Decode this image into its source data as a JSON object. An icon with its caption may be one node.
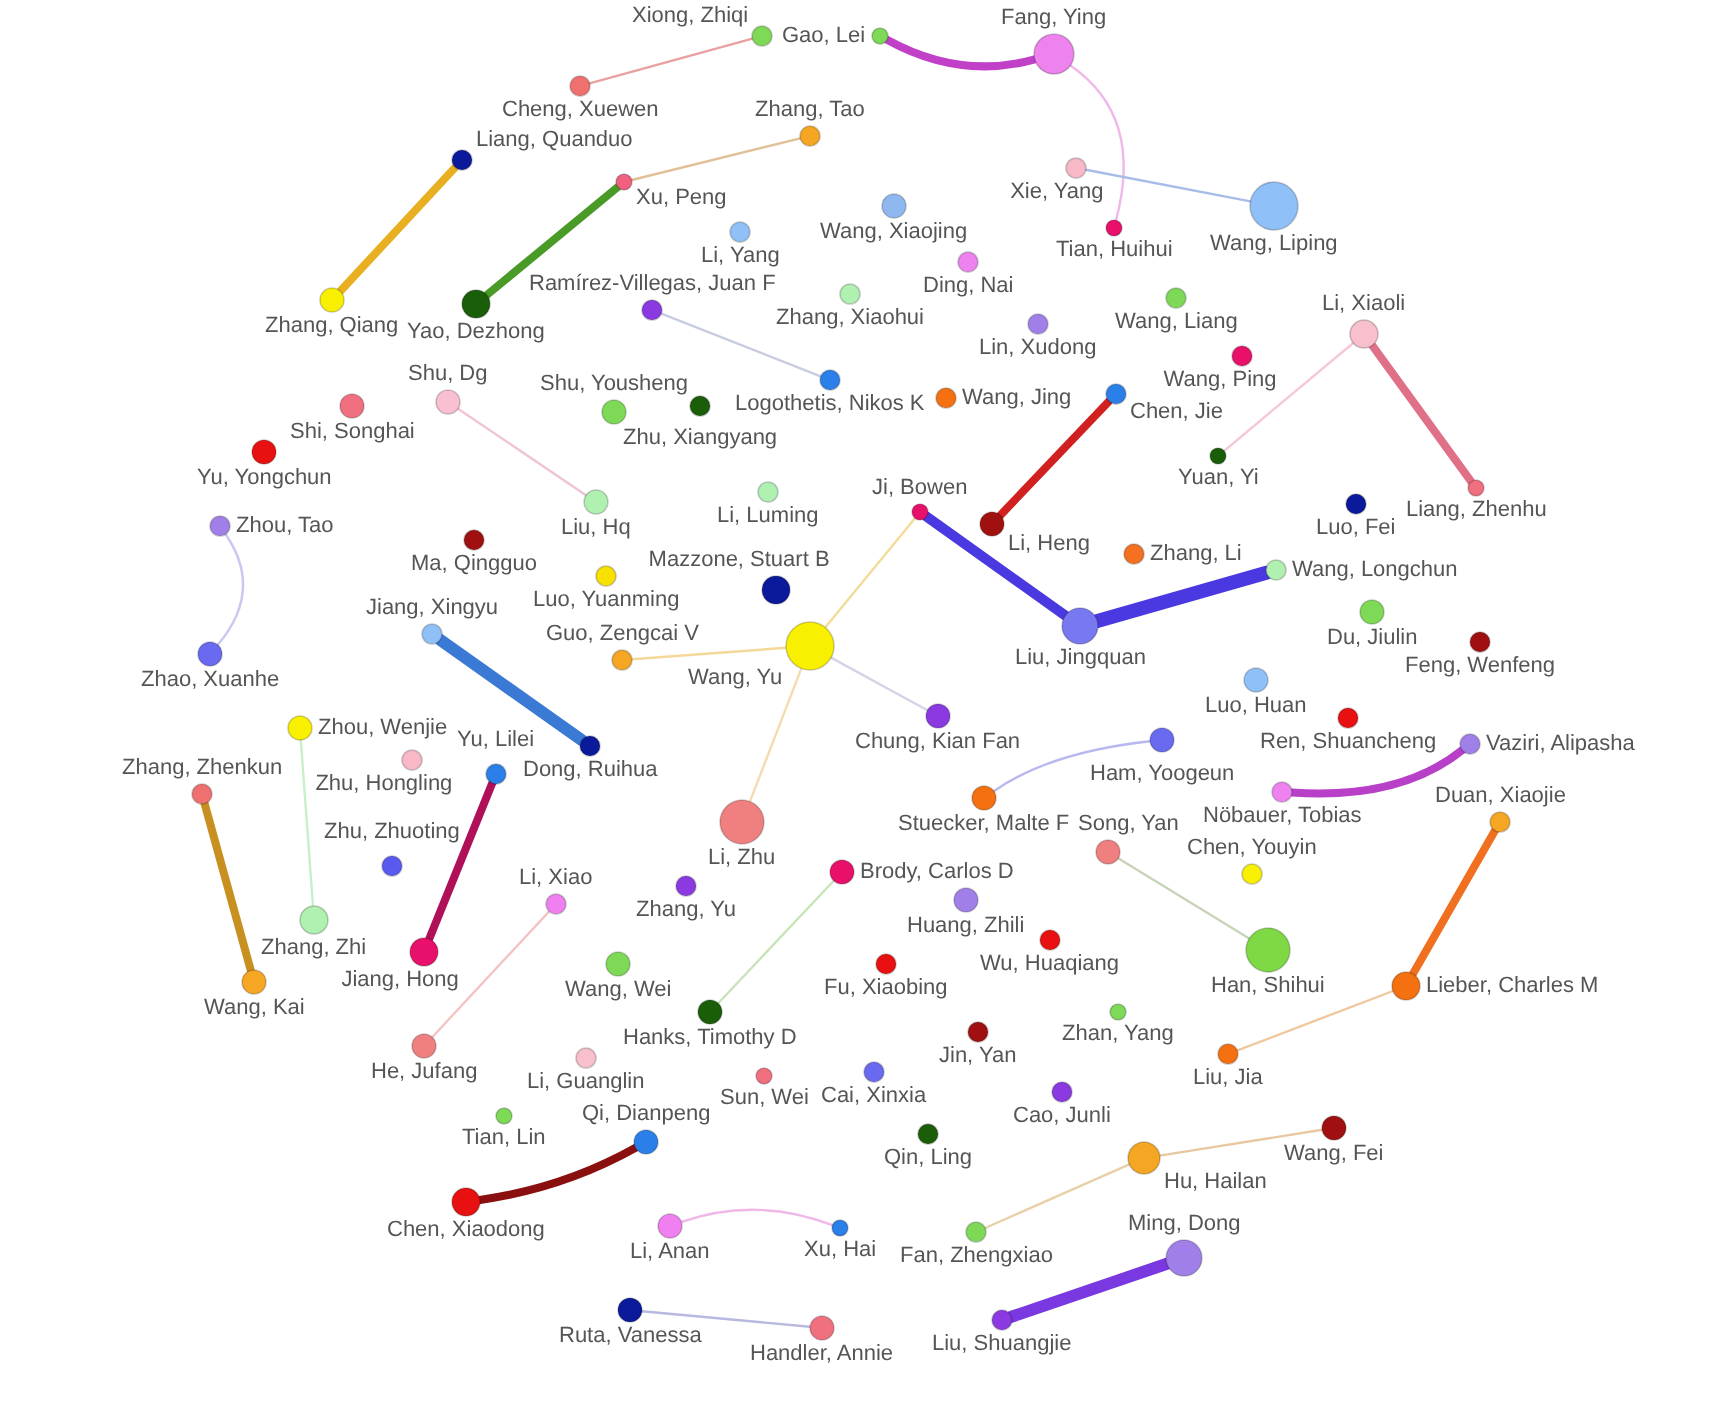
{
  "diagram": {
    "nodes": [
      {
        "text": [
          "Xiong, Zhiqi"
        ]
      },
      {
        "text": [
          "Gao, Lei"
        ]
      },
      {
        "text": [
          "Fang, Ying"
        ]
      },
      {
        "text": [
          "Cheng, Xuewen"
        ]
      },
      {
        "text": [
          "Zhang, Tao"
        ]
      },
      {
        "text": [
          "Liang, Quanduo"
        ]
      },
      {
        "text": [
          "Xie, Yang"
        ]
      },
      {
        "text": [
          "Xu, Peng"
        ]
      },
      {
        "text": [
          "Wang, Liping"
        ]
      },
      {
        "text": [
          "Wang, Xiaojing"
        ]
      },
      {
        "text": [
          "Tian, Huihui"
        ]
      },
      {
        "text": [
          "Li, Yang"
        ]
      },
      {
        "text": [
          "Ding, Nai"
        ]
      },
      {
        "text": [
          "Zhang, Xiaohui"
        ]
      },
      {
        "text": [
          "Wang, Liang"
        ]
      },
      {
        "text": [
          "Zhang, Qiang"
        ]
      },
      {
        "text": [
          "Yao, Dezhong"
        ]
      },
      {
        "text": [
          "Ramírez-Villegas, Juan F"
        ]
      },
      {
        "text": [
          "Lin, Xudong"
        ]
      },
      {
        "text": [
          "Li, Xiaoli"
        ]
      },
      {
        "text": [
          "Wang, Ping"
        ]
      },
      {
        "text": [
          "Logothetis, Nikos K"
        ]
      },
      {
        "text": [
          "Chen, Jie"
        ]
      },
      {
        "text": [
          "Wang, Jing"
        ]
      },
      {
        "text": [
          "Shu, Dg"
        ]
      },
      {
        "text": [
          "Shi, Songhai"
        ]
      },
      {
        "text": [
          "Zhu, Xiangyang"
        ]
      },
      {
        "text": [
          "Shu, Yousheng"
        ]
      },
      {
        "text": [
          "Yu, Yongchun"
        ]
      },
      {
        "text": [
          "Yuan, Yi"
        ]
      },
      {
        "text": [
          "Liang, Zhenhu"
        ]
      },
      {
        "text": [
          "Li, Luming"
        ]
      },
      {
        "text": [
          "Liu, Hq"
        ]
      },
      {
        "text": [
          "Luo, Fei"
        ]
      },
      {
        "text": [
          "Ji, Bowen"
        ]
      },
      {
        "text": [
          "Li, Heng"
        ]
      },
      {
        "text": [
          "Zhou, Tao"
        ]
      },
      {
        "text": [
          "Ma, Qingguo"
        ]
      },
      {
        "text": [
          "Zhang, Li"
        ]
      },
      {
        "text": [
          "Wang, Longchun"
        ]
      },
      {
        "text": [
          "Luo, Yuanming"
        ]
      },
      {
        "text": [
          "Mazzone, Stuart B"
        ]
      },
      {
        "text": [
          "Du, Jiulin"
        ]
      },
      {
        "text": [
          "Liu, Jingquan"
        ]
      },
      {
        "text": [
          "Jiang, Xingyu"
        ]
      },
      {
        "text": [
          "Feng, Wenfeng"
        ]
      },
      {
        "text": [
          "Wang, Yu"
        ]
      },
      {
        "text": [
          "Zhao, Xuanhe"
        ]
      },
      {
        "text": [
          "Guo, Zengcai V"
        ]
      },
      {
        "text": [
          "Luo, Huan"
        ]
      },
      {
        "text": [
          "Chung, Kian Fan"
        ]
      },
      {
        "text": [
          "Ren, Shuancheng"
        ]
      },
      {
        "text": [
          "Zhou, Wenjie"
        ]
      },
      {
        "text": [
          "Ham, Yoogeun"
        ]
      },
      {
        "text": [
          "Vaziri, Alipasha"
        ]
      },
      {
        "text": [
          "Dong, Ruihua"
        ]
      },
      {
        "text": [
          "Zhu, Hongling"
        ]
      },
      {
        "text": [
          "Yu, Lilei"
        ]
      },
      {
        "text": [
          "Nöbauer, Tobias"
        ]
      },
      {
        "text": [
          "Zhang, Zhenkun"
        ]
      },
      {
        "text": [
          "Stuecker, Malte F"
        ]
      },
      {
        "text": [
          "Li, Zhu"
        ]
      },
      {
        "text": [
          "Duan, Xiaojie"
        ]
      },
      {
        "text": [
          "Song, Yan"
        ]
      },
      {
        "text": [
          "Zhu, Zhuoting"
        ]
      },
      {
        "text": [
          "Brody, Carlos D"
        ]
      },
      {
        "text": [
          "Chen, Youyin"
        ]
      },
      {
        "text": [
          "Zhang, Yu"
        ]
      },
      {
        "text": [
          "Huang, Zhili"
        ]
      },
      {
        "text": [
          "Li, Xiao"
        ]
      },
      {
        "text": [
          "Zhang, Zhi"
        ]
      },
      {
        "text": [
          "Wu, Huaqiang"
        ]
      },
      {
        "text": [
          "Han, Shihui"
        ]
      },
      {
        "text": [
          "Jiang, Hong"
        ]
      },
      {
        "text": [
          "Wang, Wei"
        ]
      },
      {
        "text": [
          "Fu, Xiaobing"
        ]
      },
      {
        "text": [
          "Wang, Kai"
        ]
      },
      {
        "text": [
          "Lieber, Charles M"
        ]
      },
      {
        "text": [
          "Hanks, Timothy D"
        ]
      },
      {
        "text": [
          "Zhan, Yang"
        ]
      },
      {
        "text": [
          "Jin, Yan"
        ]
      },
      {
        "text": [
          "He, Jufang"
        ]
      },
      {
        "text": [
          "Liu, Jia"
        ]
      },
      {
        "text": [
          "Li, Guanglin"
        ]
      },
      {
        "text": [
          "Cai, Xinxia"
        ]
      },
      {
        "text": [
          "Sun, Wei"
        ]
      },
      {
        "text": [
          "Cao, Junli"
        ]
      },
      {
        "text": [
          "Tian, Lin"
        ]
      },
      {
        "text": [
          "Wang, Fei"
        ]
      },
      {
        "text": [
          "Qin, Ling"
        ]
      },
      {
        "text": [
          "Qi, Dianpeng"
        ]
      },
      {
        "text": [
          "Hu, Hailan"
        ]
      },
      {
        "text": [
          "Chen, Xiaodong"
        ]
      },
      {
        "text": [
          "Li, Anan"
        ]
      },
      {
        "text": [
          "Xu, Hai"
        ]
      },
      {
        "text": [
          "Fan, Zhengxiao"
        ]
      },
      {
        "text": [
          "Ming, Dong"
        ]
      },
      {
        "text": [
          "Ruta, Vanessa"
        ]
      },
      {
        "text": [
          "Liu, Shuangjie"
        ]
      },
      {
        "text": [
          "Handler, Annie"
        ]
      }
    ],
    "edges": [
      {
        "from": 3,
        "to": 0,
        "arrow": "none",
        "color": "#e8a0a0"
      },
      {
        "from": 1,
        "to": 2,
        "arrow": "none",
        "style": "thick",
        "color": "#c040c8"
      },
      {
        "from": 2,
        "to": 10,
        "arrow": "none",
        "color": "#f0b8e8"
      },
      {
        "from": 6,
        "to": 8,
        "arrow": "none",
        "color": "#a8bce8"
      },
      {
        "from": 7,
        "to": 4,
        "arrow": "none",
        "color": "#e0c098"
      },
      {
        "from": 5,
        "to": 15,
        "arrow": "none",
        "style": "thick",
        "color": "#e8b020"
      },
      {
        "from": 16,
        "to": 7,
        "arrow": "none",
        "style": "thick",
        "color": "#4a9a28"
      },
      {
        "from": 17,
        "to": 21,
        "arrow": "none",
        "color": "#c8cce0"
      },
      {
        "from": 19,
        "to": 30,
        "arrow": "none",
        "style": "thick",
        "color": "#e07088"
      },
      {
        "from": 19,
        "to": 29,
        "arrow": "none",
        "color": "#f4c8d4"
      },
      {
        "from": 22,
        "to": 35,
        "arrow": "none",
        "style": "thick",
        "color": "#d02020"
      },
      {
        "from": 24,
        "to": 32,
        "arrow": "none",
        "color": "#f0c4d4"
      },
      {
        "from": 36,
        "to": 47,
        "arrow": "none",
        "color": "#c8c8f0"
      },
      {
        "from": 46,
        "to": 34,
        "arrow": "none",
        "color": "#f4dc98"
      },
      {
        "from": 34,
        "to": 43,
        "arrow": "none",
        "style": "thick",
        "color": "#4a38e0"
      },
      {
        "from": 43,
        "to": 39,
        "arrow": "none",
        "style": "thick",
        "color": "#4a38e0"
      },
      {
        "from": 48,
        "to": 46,
        "arrow": "none",
        "color": "#f4d898"
      },
      {
        "from": 46,
        "to": 50,
        "arrow": "none",
        "color": "#d4d4e4"
      },
      {
        "from": 44,
        "to": 55,
        "arrow": "none",
        "style": "thick",
        "color": "#3a7ad4"
      },
      {
        "from": 46,
        "to": 61,
        "arrow": "none",
        "color": "#f4dcb0"
      },
      {
        "from": 60,
        "to": 53,
        "arrow": "none",
        "color": "#b8b8f0"
      },
      {
        "from": 58,
        "to": 54,
        "arrow": "none",
        "style": "thick",
        "color": "#b840c8"
      },
      {
        "from": 52,
        "to": 70,
        "arrow": "none",
        "color": "#c8f0c8"
      },
      {
        "from": 57,
        "to": 73,
        "arrow": "none",
        "style": "thick",
        "color": "#b01058"
      },
      {
        "from": 59,
        "to": 76,
        "arrow": "none",
        "style": "thick",
        "color": "#c89020"
      },
      {
        "from": 63,
        "to": 72,
        "arrow": "none",
        "color": "#c8d4b8"
      },
      {
        "from": 65,
        "to": 78,
        "arrow": "none",
        "color": "#c8e4b8"
      },
      {
        "from": 62,
        "to": 77,
        "arrow": "none",
        "style": "thick",
        "color": "#f07020"
      },
      {
        "from": 69,
        "to": 81,
        "arrow": "none",
        "color": "#f4c4c4"
      },
      {
        "from": 82,
        "to": 77,
        "arrow": "none",
        "color": "#f0c8a0"
      },
      {
        "from": 91,
        "to": 88,
        "arrow": "none",
        "color": "#e8c8a0"
      },
      {
        "from": 92,
        "to": 90,
        "arrow": "none",
        "style": "thick",
        "color": "#8a1010"
      },
      {
        "from": 95,
        "to": 91,
        "arrow": "none",
        "color": "#e8d0a8"
      },
      {
        "from": 93,
        "to": 94,
        "arrow": "none",
        "color": "#f0b8e8"
      },
      {
        "from": 96,
        "to": 98,
        "arrow": "none",
        "style": "thick",
        "color": "#7a38e0"
      },
      {
        "from": 97,
        "to": 99,
        "arrow": "none",
        "color": "#b8b8e0"
      }
    ]
  }
}
